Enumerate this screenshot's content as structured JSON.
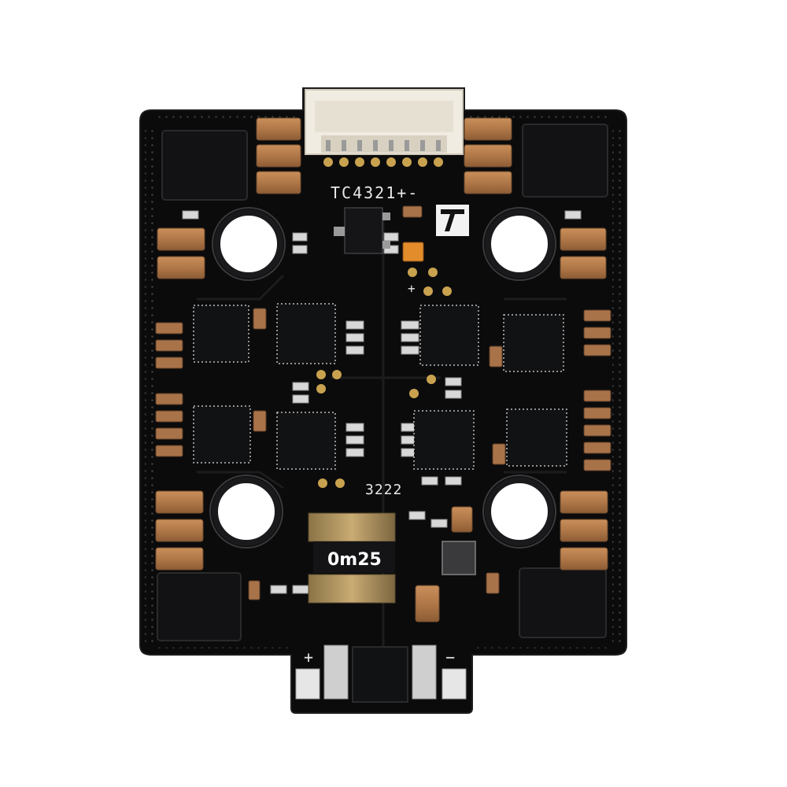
{
  "silkscreen": {
    "connector_pins": "TC4321+-",
    "plus_mark": "+",
    "code": "3222",
    "power_plus": "+",
    "power_minus": "−"
  },
  "shunt_label": "0m25",
  "colors": {
    "background": "#ffffff",
    "board": "#0b0b0c",
    "capacitor": "#b07848",
    "pad": "#c9a24f",
    "chip": "#111214",
    "connector": "#f1ece2",
    "silver": "#d8d8d8"
  }
}
